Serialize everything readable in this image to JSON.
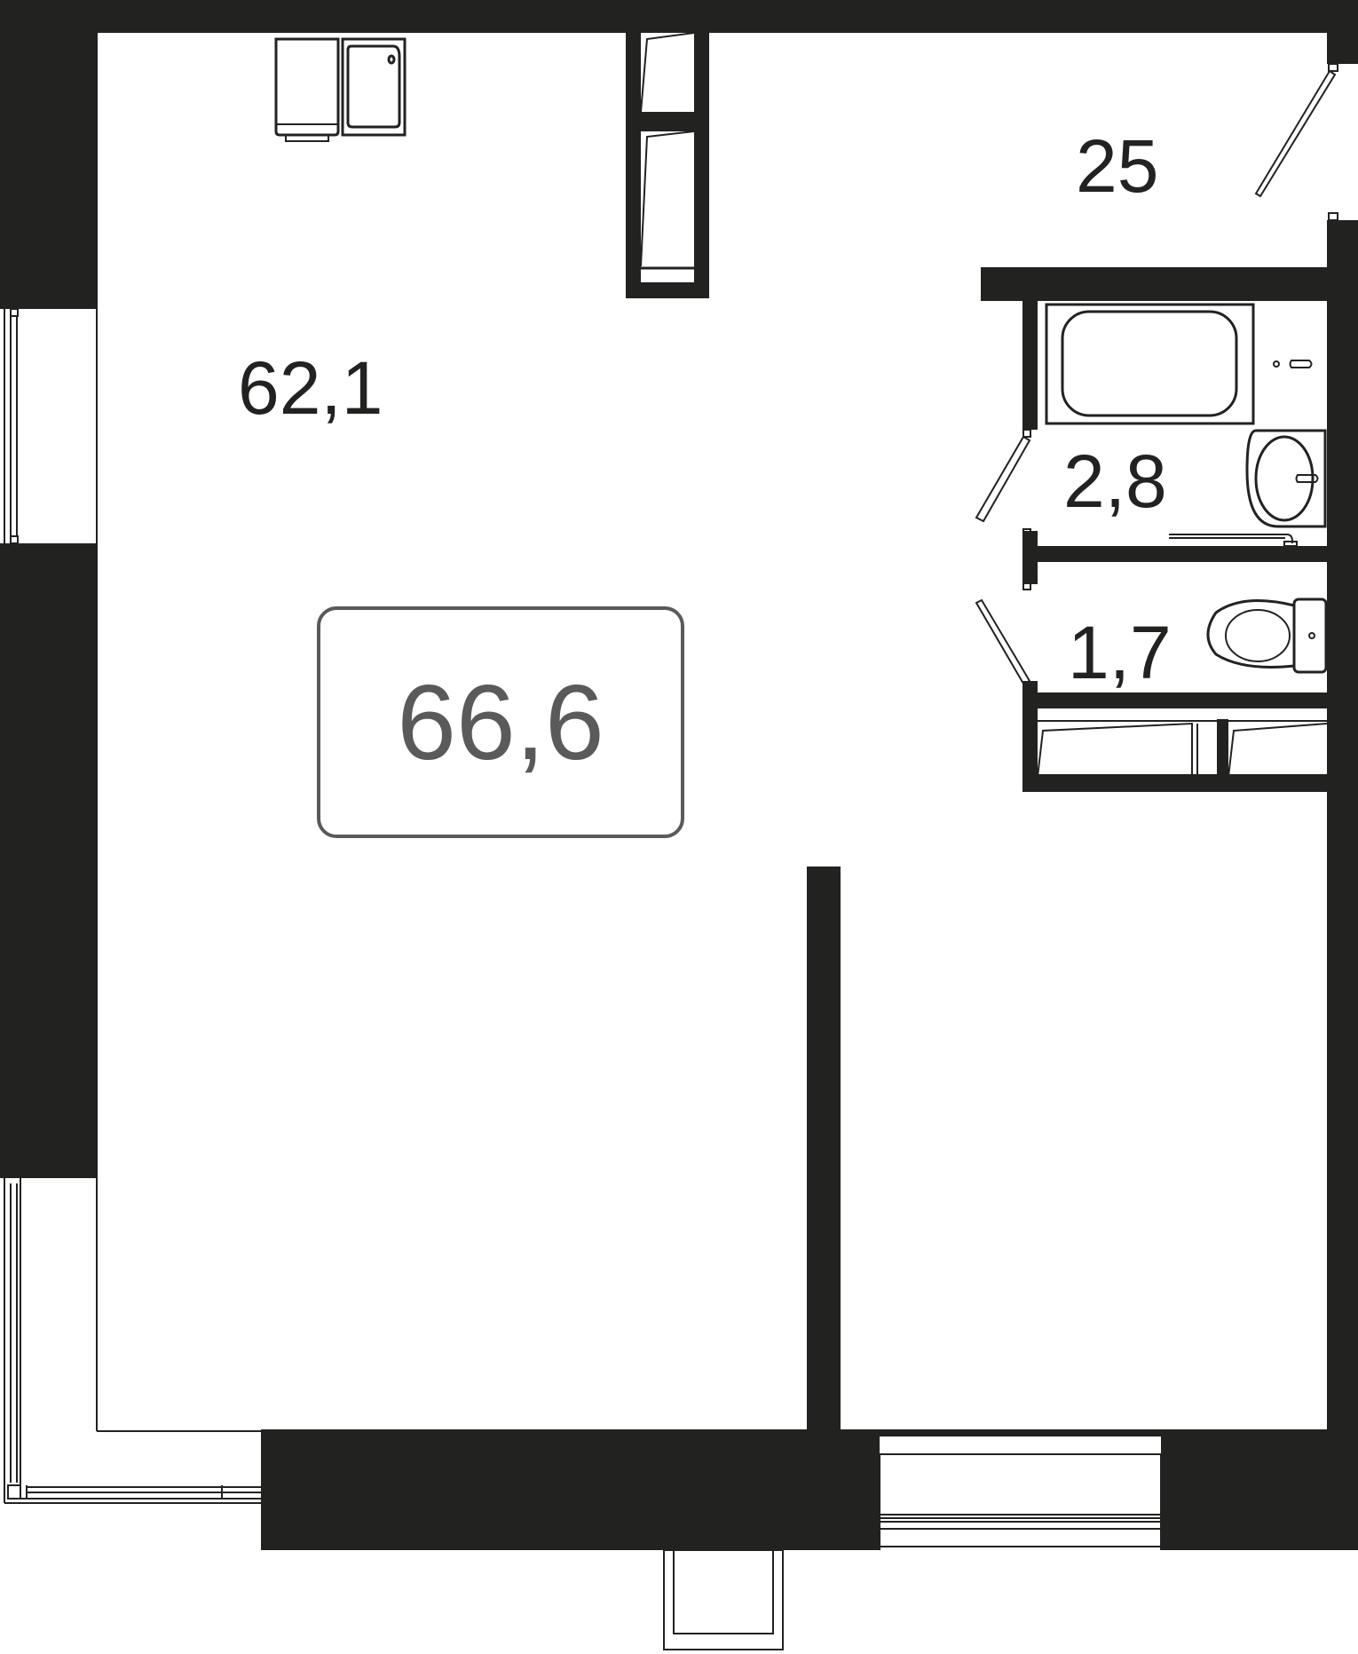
{
  "floor_plan": {
    "type": "apartment-floor-plan",
    "total_area": "66,6",
    "rooms": [
      {
        "id": "living-kitchen",
        "area": "62,1"
      },
      {
        "id": "hallway",
        "area": "25"
      },
      {
        "id": "bathroom",
        "area": "2,8"
      },
      {
        "id": "toilet",
        "area": "1,7"
      }
    ],
    "fixtures": [
      "stove",
      "kitchen-sink",
      "wardrobe",
      "bathtub",
      "washbasin",
      "towel-rail",
      "toilet",
      "closet"
    ],
    "colors": {
      "wall": "#222220",
      "total_area_text": "#5a5a5a",
      "background": "#ffffff"
    }
  }
}
